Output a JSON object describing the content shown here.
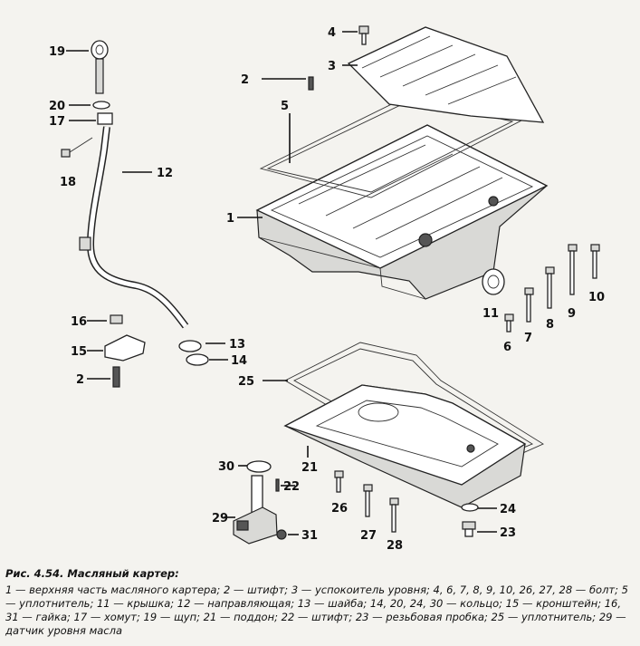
{
  "figure": {
    "title": "Рис. 4.54. Масляный картер:",
    "legend": "1 — верхняя часть масляного картера; 2 — штифт; 3 — успокоитель уровня; 4, 6, 7, 8, 9, 10, 26, 27, 28 — болт; 5 — уплотнитель; 11 — крышка; 12 — направляющая; 13 — шайба; 14, 20, 24, 30 — кольцо; 15 — кронштейн; 16, 31 — гайка; 17 — хомут; 19 — щуп; 21 — поддон; 22 — штифт; 23 — резьбовая пробка; 25 — уплотнитель; 29 — датчик уровня масла"
  },
  "callouts": {
    "n1": "1",
    "n2a": "2",
    "n2b": "2",
    "n3": "3",
    "n4": "4",
    "n5": "5",
    "n6": "6",
    "n7": "7",
    "n8": "8",
    "n9": "9",
    "n10": "10",
    "n11": "11",
    "n12": "12",
    "n13": "13",
    "n14": "14",
    "n15": "15",
    "n16": "16",
    "n17": "17",
    "n18": "18",
    "n19": "19",
    "n20": "20",
    "n21": "21",
    "n22": "22",
    "n23": "23",
    "n24": "24",
    "n25": "25",
    "n26": "26",
    "n27": "27",
    "n28": "28",
    "n29": "29",
    "n30": "30",
    "n31": "31"
  }
}
